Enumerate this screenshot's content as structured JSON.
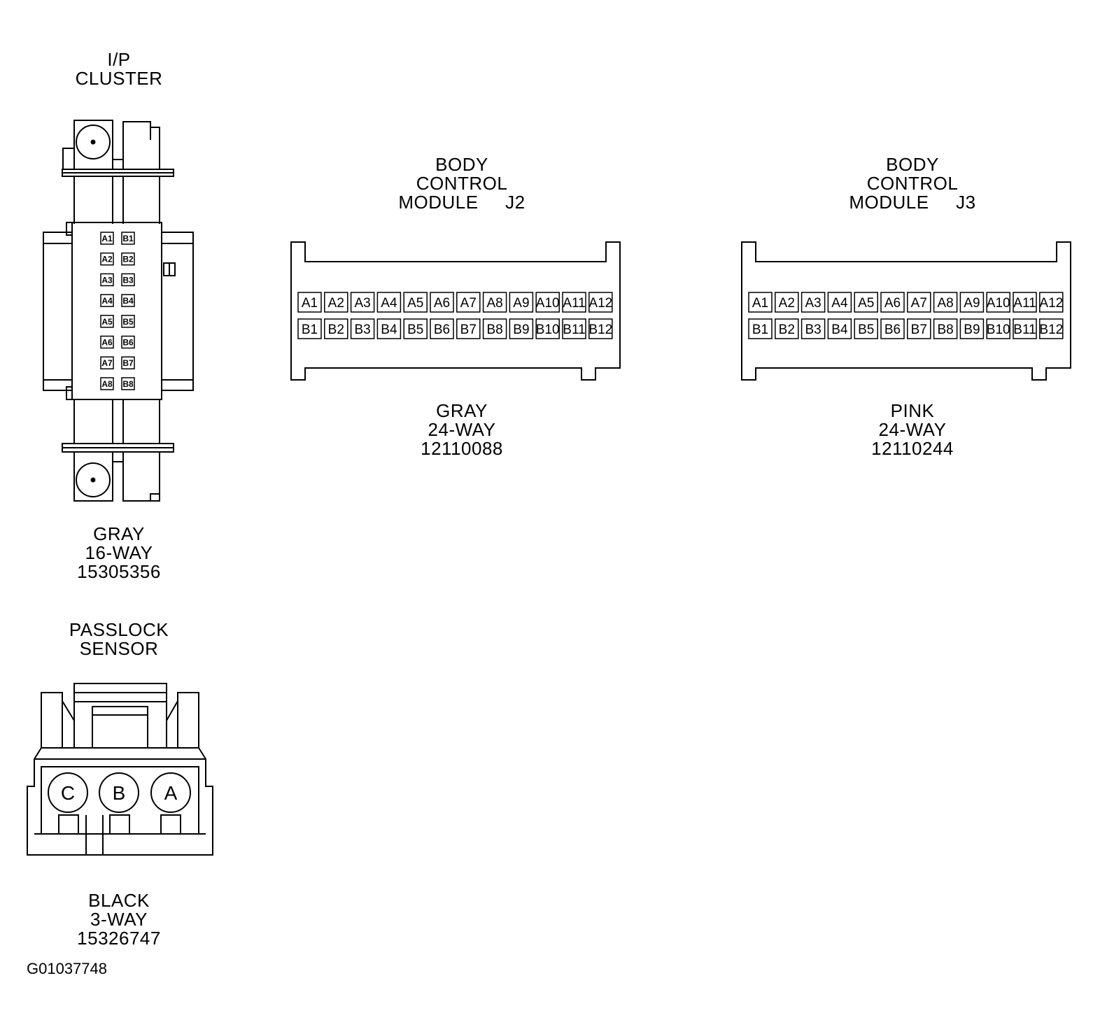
{
  "ip_cluster": {
    "title_lines": [
      "I/P",
      "CLUSTER"
    ],
    "info_lines": [
      "GRAY",
      "16-WAY",
      "15305356"
    ],
    "pins_a": [
      "A1",
      "A2",
      "A3",
      "A4",
      "A5",
      "A6",
      "A7",
      "A8"
    ],
    "pins_b": [
      "B1",
      "B2",
      "B3",
      "B4",
      "B5",
      "B6",
      "B7",
      "B8"
    ]
  },
  "bcm_j2": {
    "title_lines": [
      "BODY",
      "CONTROL",
      "MODULE     J2"
    ],
    "info_lines": [
      "GRAY",
      "24-WAY",
      "12110088"
    ],
    "pins_a": [
      "A1",
      "A2",
      "A3",
      "A4",
      "A5",
      "A6",
      "A7",
      "A8",
      "A9",
      "A10",
      "A11",
      "A12"
    ],
    "pins_b": [
      "B1",
      "B2",
      "B3",
      "B4",
      "B5",
      "B6",
      "B7",
      "B8",
      "B9",
      "B10",
      "B11",
      "B12"
    ]
  },
  "bcm_j3": {
    "title_lines": [
      "BODY",
      "CONTROL",
      "MODULE     J3"
    ],
    "info_lines": [
      "PINK",
      "24-WAY",
      "12110244"
    ],
    "pins_a": [
      "A1",
      "A2",
      "A3",
      "A4",
      "A5",
      "A6",
      "A7",
      "A8",
      "A9",
      "A10",
      "A11",
      "A12"
    ],
    "pins_b": [
      "B1",
      "B2",
      "B3",
      "B4",
      "B5",
      "B6",
      "B7",
      "B8",
      "B9",
      "B10",
      "B11",
      "B12"
    ]
  },
  "passlock": {
    "title_lines": [
      "PASSLOCK",
      "SENSOR"
    ],
    "info_lines": [
      "BLACK",
      "3-WAY",
      "15326747"
    ],
    "cavities": [
      "C",
      "B",
      "A"
    ]
  },
  "figure_id": "G01037748"
}
